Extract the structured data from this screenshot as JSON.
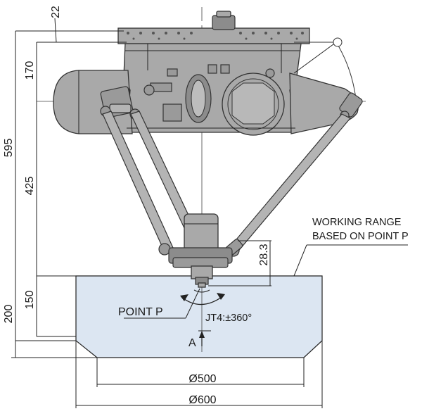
{
  "dimensions": {
    "top_offset": "22",
    "base_height": "170",
    "total_height": "595",
    "arm_height": "425",
    "range_upper": "150",
    "range_total": "200",
    "tool_offset": "28.3",
    "inner_diameter": "Ø500",
    "outer_diameter": "Ø600"
  },
  "labels": {
    "working_range_line1": "WORKING RANGE",
    "working_range_line2": "BASED ON POINT P",
    "point_p": "POINT P",
    "jt4_rotation": "JT4:±360°",
    "view_a": "A"
  },
  "colors": {
    "working_range_fill": "#dce6f2",
    "robot_body": "#a9a9a9",
    "line": "#222222"
  }
}
